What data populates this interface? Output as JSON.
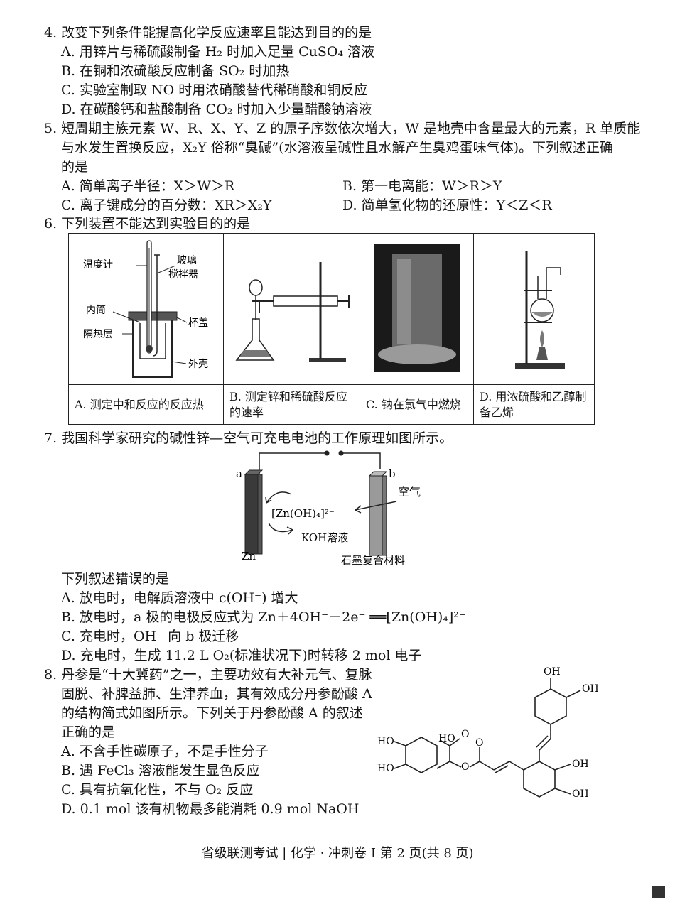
{
  "q4": {
    "stem": "4. 改变下列条件能提高化学反应速率且能达到目的的是",
    "A": "A. 用锌片与稀硫酸制备 H₂ 时加入足量 CuSO₄ 溶液",
    "B": "B. 在铜和浓硫酸反应制备 SO₂ 时加热",
    "C": "C. 实验室制取 NO 时用浓硝酸替代稀硝酸和铜反应",
    "D": "D. 在碳酸钙和盐酸制备 CO₂ 时加入少量醋酸钠溶液"
  },
  "q5": {
    "stem1": "5. 短周期主族元素 W、R、X、Y、Z 的原子序数依次增大，W 是地壳中含量最大的元素，R 单质能",
    "stem2": "与水发生置换反应，X₂Y 俗称“臭碱”(水溶液呈碱性且水解产生臭鸡蛋味气体)。下列叙述正确",
    "stem3": "的是",
    "A": "A. 简单离子半径：X＞W＞R",
    "B": "B. 第一电离能：W＞R＞Y",
    "C": "C. 离子键成分的百分数：XR＞X₂Y",
    "D": "D. 简单氢化物的还原性：Y＜Z＜R"
  },
  "q6": {
    "stem": "6. 下列装置不能达到实验目的的是",
    "A": "A. 测定中和反应的反应热",
    "B": "B. 测定锌和稀硫酸反应的速率",
    "C": "C. 钠在氯气中燃烧",
    "D": "D. 用浓硫酸和乙醇制备乙烯",
    "labels": {
      "thermometer": "温度计",
      "stirrer1": "玻璃",
      "stirrer2": "搅拌器",
      "inner": "内筒",
      "lid": "杯盖",
      "insulation": "隔热层",
      "shell": "外壳"
    }
  },
  "q7": {
    "stem": "7. 我国科学家研究的碱性锌—空气可充电电池的工作原理如图所示。",
    "labels": {
      "a": "a",
      "b": "b",
      "air": "空气",
      "ion": "[Zn(OH)₄]²⁻",
      "koh": "KOH溶液",
      "zn": "Zn",
      "graphite": "石墨复合材料"
    },
    "question": "下列叙述错误的是",
    "A": "A. 放电时，电解质溶液中 c(OH⁻) 增大",
    "B": "B. 放电时，a 极的电极反应式为 Zn＋4OH⁻－2e⁻ ══[Zn(OH)₄]²⁻",
    "C": "C. 充电时，OH⁻ 向 b 极迁移",
    "D": "D. 充电时，生成 11.2 L O₂(标准状况下)时转移 2 mol 电子"
  },
  "q8": {
    "stem1": "8. 丹参是“十大冀药”之一，主要功效有大补元气、复脉",
    "stem2": "固脱、补脾益肺、生津养血，其有效成分丹参酚酸 A",
    "stem3": "的结构简式如图所示。下列关于丹参酚酸 A 的叙述",
    "stem4": "正确的是",
    "A": "A. 不含手性碳原子，不是手性分子",
    "B": "B. 遇 FeCl₃ 溶液能发生显色反应",
    "C": "C. 具有抗氧化性，不与 O₂ 反应",
    "D": "D. 0.1 mol 该有机物最多能消耗 0.9 mol NaOH",
    "labels": {
      "oh": "OH",
      "hooc": "HO",
      "o": "O"
    }
  },
  "footer": "省级联测考试 | 化学 · 冲刺卷 Ⅰ   第 2 页(共 8 页)"
}
